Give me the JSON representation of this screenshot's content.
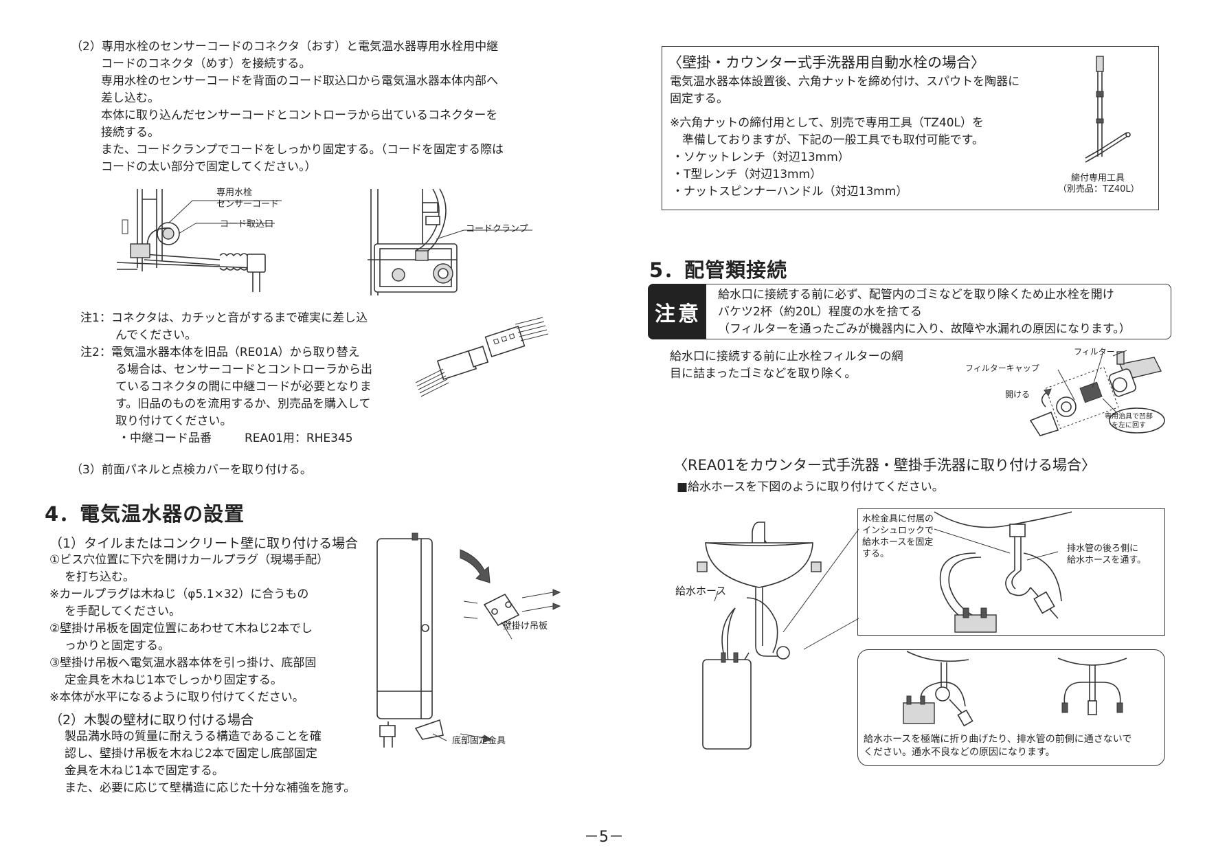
{
  "left": {
    "step2": {
      "lines": [
        "（2）専用水栓のセンサーコードのコネクタ（おす）と電気温水器専用水栓用中継",
        "コードのコネクタ（めす）を接続する。",
        "専用水栓のセンサーコードを背面のコード取込口から電気温水器本体内部へ",
        "差し込む。",
        "本体に取り込んだセンサーコードとコントローラから出ているコネクターを",
        "接続する。",
        "また、コードクランプでコードをしっかり固定する。（コードを固定する際は",
        "コードの太い部分で固定してください。）"
      ]
    },
    "fig1": {
      "label_sensor_1": "専用水栓",
      "label_sensor_2": "センサーコード",
      "label_inlet": "コード取込口",
      "label_clamp": "コードクランプ"
    },
    "notes": {
      "note1": [
        "注1：コネクタは、カチッと音がするまで確実に差し込",
        "んでください。"
      ],
      "note2": [
        "注2：電気温水器本体を旧品（RE01A）から取り替え",
        "る場合は、センサーコードとコントローラから出",
        "ているコネクタの間に中継コードが必要となりま",
        "す。旧品のものを流用するか、別売品を購入して",
        "取り付けてください。"
      ],
      "part_label": "・中継コード品番",
      "part_value": "REA01用：RHE345"
    },
    "step3": "（3）前面パネルと点検カバーを取り付ける。",
    "section4": {
      "title": "4．電気温水器の設置",
      "sub1": "（1）タイルまたはコンクリート壁に取り付ける場合",
      "sub1_lines": [
        "①ビス穴位置に下穴を開けカールプラグ（現場手配）",
        "を打ち込む。",
        "※カールプラグは木ねじ（φ5.1×32）に合うもの",
        "を手配してください。",
        "②壁掛け吊板を固定位置にあわせて木ねじ2本でし",
        "っかりと固定する。",
        "③壁掛け吊板へ電気温水器本体を引っ掛け、底部固",
        "定金具を木ねじ1本でしっかり固定する。",
        "※本体が水平になるように取り付けてください。"
      ],
      "sub2": "（2）木製の壁材に取り付ける場合",
      "sub2_lines": [
        "製品満水時の質量に耐えうる構造であることを確",
        "認し、壁掛け吊板を木ねじ2本で固定し底部固定",
        "金具を木ねじ1本で固定する。",
        "また、必要に応じて壁構造に応じた十分な補強を施す。"
      ],
      "label_hanger": "壁掛け吊板",
      "label_bottom": "底部固定金具"
    }
  },
  "right": {
    "wallbox": {
      "title": "〈壁掛・カウンター式手洗器用自動水栓の場合〉",
      "lines": [
        "電気温水器本体設置後、六角ナットを締め付け、スパウトを陶器に",
        "固定する。"
      ],
      "note_lines": [
        "※六角ナットの締付用として、別売で専用工具（TZ40L）を",
        "準備しておりますが、下記の一般工具でも取付可能です。"
      ],
      "tools": [
        "・ソケットレンチ（対辺13mm）",
        "・T型レンチ（対辺13mm）",
        "・ナットスピンナーハンドル（対辺13mm）"
      ],
      "tool_caption_1": "締付専用工具",
      "tool_caption_2": "（別売品：TZ40L）"
    },
    "section5": {
      "title": "5．配管類接続",
      "caution_label": "注意",
      "caution_lines": [
        "給水口に接続する前に必ず、配管内のゴミなどを取り除くため止水栓を開け",
        "バケツ2杯（約20L）程度の水を捨てる",
        "（フィルターを通ったごみが機器内に入り、故障や水漏れの原因になります。）"
      ],
      "filter_lines": [
        "給水口に接続する前に止水栓フィルターの網",
        "目に詰まったゴミなどを取り除く。"
      ],
      "label_filter": "フィルター",
      "label_filter_cap": "フィルターキャップ",
      "label_open": "開ける",
      "label_tool_1": "専用治具で凹部",
      "label_tool_2": "を左に回す"
    },
    "rea01": {
      "title": "〈REA01をカウンター式手洗器・壁掛手洗器に取り付ける場合〉",
      "instruction": "■給水ホースを下図のように取り付けてください。",
      "label_hose": "給水ホース",
      "label_insulock": [
        "水栓金具に付属の",
        "インシュロックで",
        "給水ホースを固定",
        "する。"
      ],
      "label_drain": [
        "排水管の後ろ側に",
        "給水ホースを通す。"
      ],
      "warning": [
        "給水ホースを極端に折り曲げたり、排水管の前側に通さないで",
        "ください。通水不良などの原因になります。"
      ]
    }
  },
  "page_number": "－5－"
}
